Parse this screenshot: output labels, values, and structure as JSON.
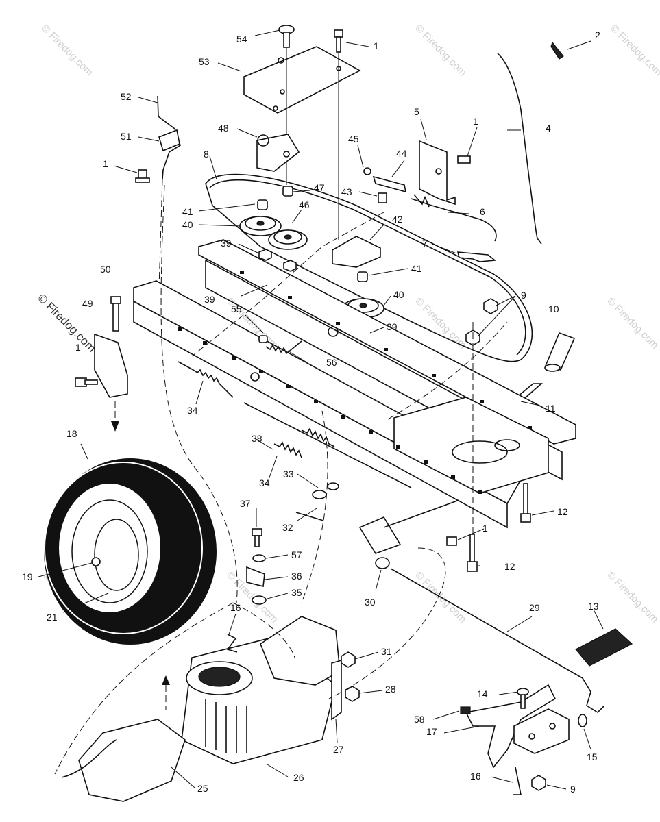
{
  "watermark": "© Firedog.com",
  "callouts": [
    {
      "id": "c54",
      "text": "54"
    },
    {
      "id": "c1a",
      "text": "1"
    },
    {
      "id": "c2",
      "text": "2"
    },
    {
      "id": "c53",
      "text": "53"
    },
    {
      "id": "c52",
      "text": "52"
    },
    {
      "id": "c51",
      "text": "51"
    },
    {
      "id": "c1b",
      "text": "1"
    },
    {
      "id": "c48",
      "text": "48"
    },
    {
      "id": "c8",
      "text": "8"
    },
    {
      "id": "c45",
      "text": "45"
    },
    {
      "id": "c44",
      "text": "44"
    },
    {
      "id": "c5",
      "text": "5"
    },
    {
      "id": "c1c",
      "text": "1"
    },
    {
      "id": "c4",
      "text": "4"
    },
    {
      "id": "c47",
      "text": "47"
    },
    {
      "id": "c43",
      "text": "43"
    },
    {
      "id": "c6",
      "text": "6"
    },
    {
      "id": "c41a",
      "text": "41"
    },
    {
      "id": "c46",
      "text": "46"
    },
    {
      "id": "c40a",
      "text": "40"
    },
    {
      "id": "c42",
      "text": "42"
    },
    {
      "id": "c7",
      "text": "7"
    },
    {
      "id": "c39a",
      "text": "39"
    },
    {
      "id": "c41b",
      "text": "41"
    },
    {
      "id": "c50",
      "text": "50"
    },
    {
      "id": "c9a",
      "text": "9"
    },
    {
      "id": "c40b",
      "text": "40"
    },
    {
      "id": "c39b",
      "text": "39"
    },
    {
      "id": "c10",
      "text": "10"
    },
    {
      "id": "c49",
      "text": "49"
    },
    {
      "id": "c55",
      "text": "55"
    },
    {
      "id": "c39c",
      "text": "39"
    },
    {
      "id": "c1d",
      "text": "1"
    },
    {
      "id": "c56",
      "text": "56"
    },
    {
      "id": "c34a",
      "text": "34"
    },
    {
      "id": "c11",
      "text": "11"
    },
    {
      "id": "c18",
      "text": "18"
    },
    {
      "id": "c38",
      "text": "38"
    },
    {
      "id": "c33",
      "text": "33"
    },
    {
      "id": "c34b",
      "text": "34"
    },
    {
      "id": "c37",
      "text": "37"
    },
    {
      "id": "c12a",
      "text": "12"
    },
    {
      "id": "c32",
      "text": "32"
    },
    {
      "id": "c1e",
      "text": "1"
    },
    {
      "id": "c57",
      "text": "57"
    },
    {
      "id": "c12b",
      "text": "12"
    },
    {
      "id": "c19",
      "text": "19"
    },
    {
      "id": "c36",
      "text": "36"
    },
    {
      "id": "c30",
      "text": "30"
    },
    {
      "id": "c35",
      "text": "35"
    },
    {
      "id": "c21",
      "text": "21"
    },
    {
      "id": "c16a",
      "text": "16"
    },
    {
      "id": "c29",
      "text": "29"
    },
    {
      "id": "c13",
      "text": "13"
    },
    {
      "id": "c31",
      "text": "31"
    },
    {
      "id": "c28",
      "text": "28"
    },
    {
      "id": "c14",
      "text": "14"
    },
    {
      "id": "c58",
      "text": "58"
    },
    {
      "id": "c17",
      "text": "17"
    },
    {
      "id": "c27",
      "text": "27"
    },
    {
      "id": "c15",
      "text": "15"
    },
    {
      "id": "c25",
      "text": "25"
    },
    {
      "id": "c26",
      "text": "26"
    },
    {
      "id": "c16b",
      "text": "16"
    },
    {
      "id": "c9b",
      "text": "9"
    }
  ]
}
